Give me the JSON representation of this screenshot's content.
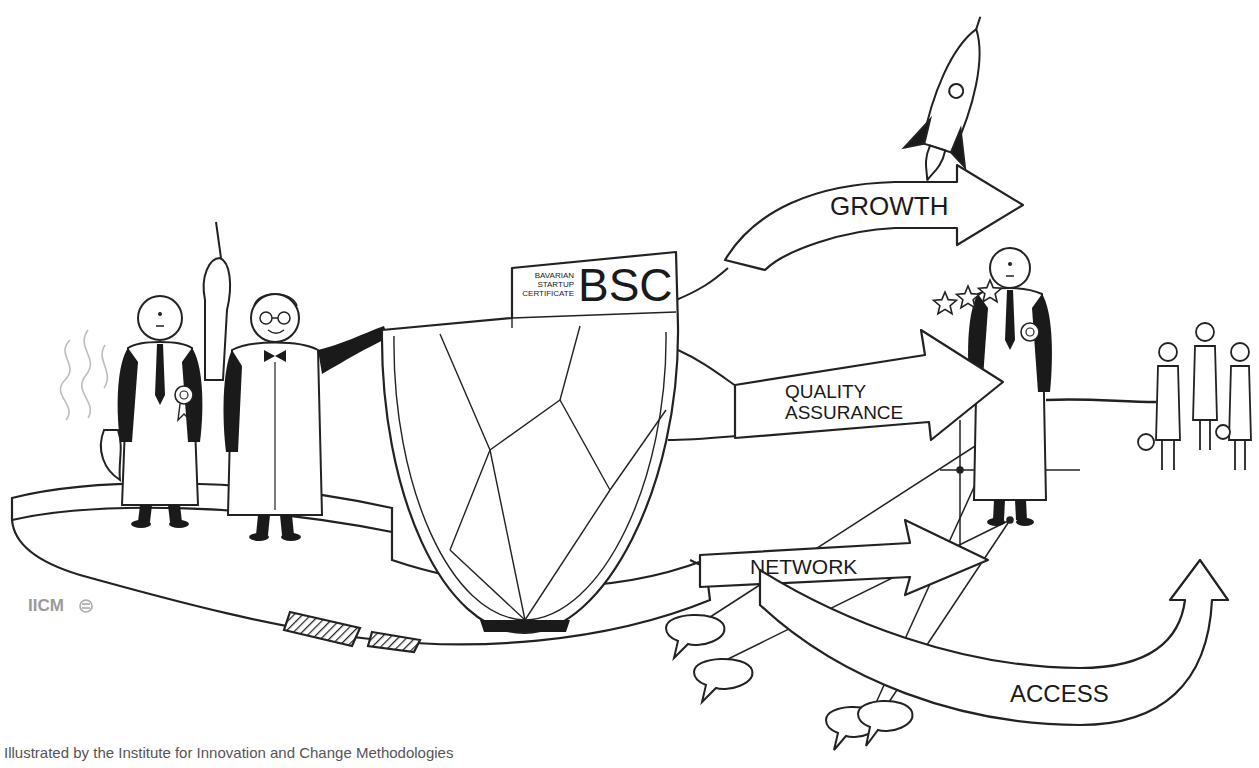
{
  "diagram": {
    "caption": "Illustrated by the Institute for Innovation and Change Methodologies",
    "nodes": [
      {
        "text": [
          "BAVARIAN STARTUP CERTIFICATE",
          "BSC"
        ]
      },
      {
        "text": [
          "GROWTH"
        ]
      },
      {
        "text": [
          "QUALITY ASSURANCE"
        ]
      },
      {
        "text": [
          "NETWORK"
        ]
      },
      {
        "text": [
          "ACCESS"
        ]
      }
    ],
    "labels": [
      "IICM"
    ]
  }
}
